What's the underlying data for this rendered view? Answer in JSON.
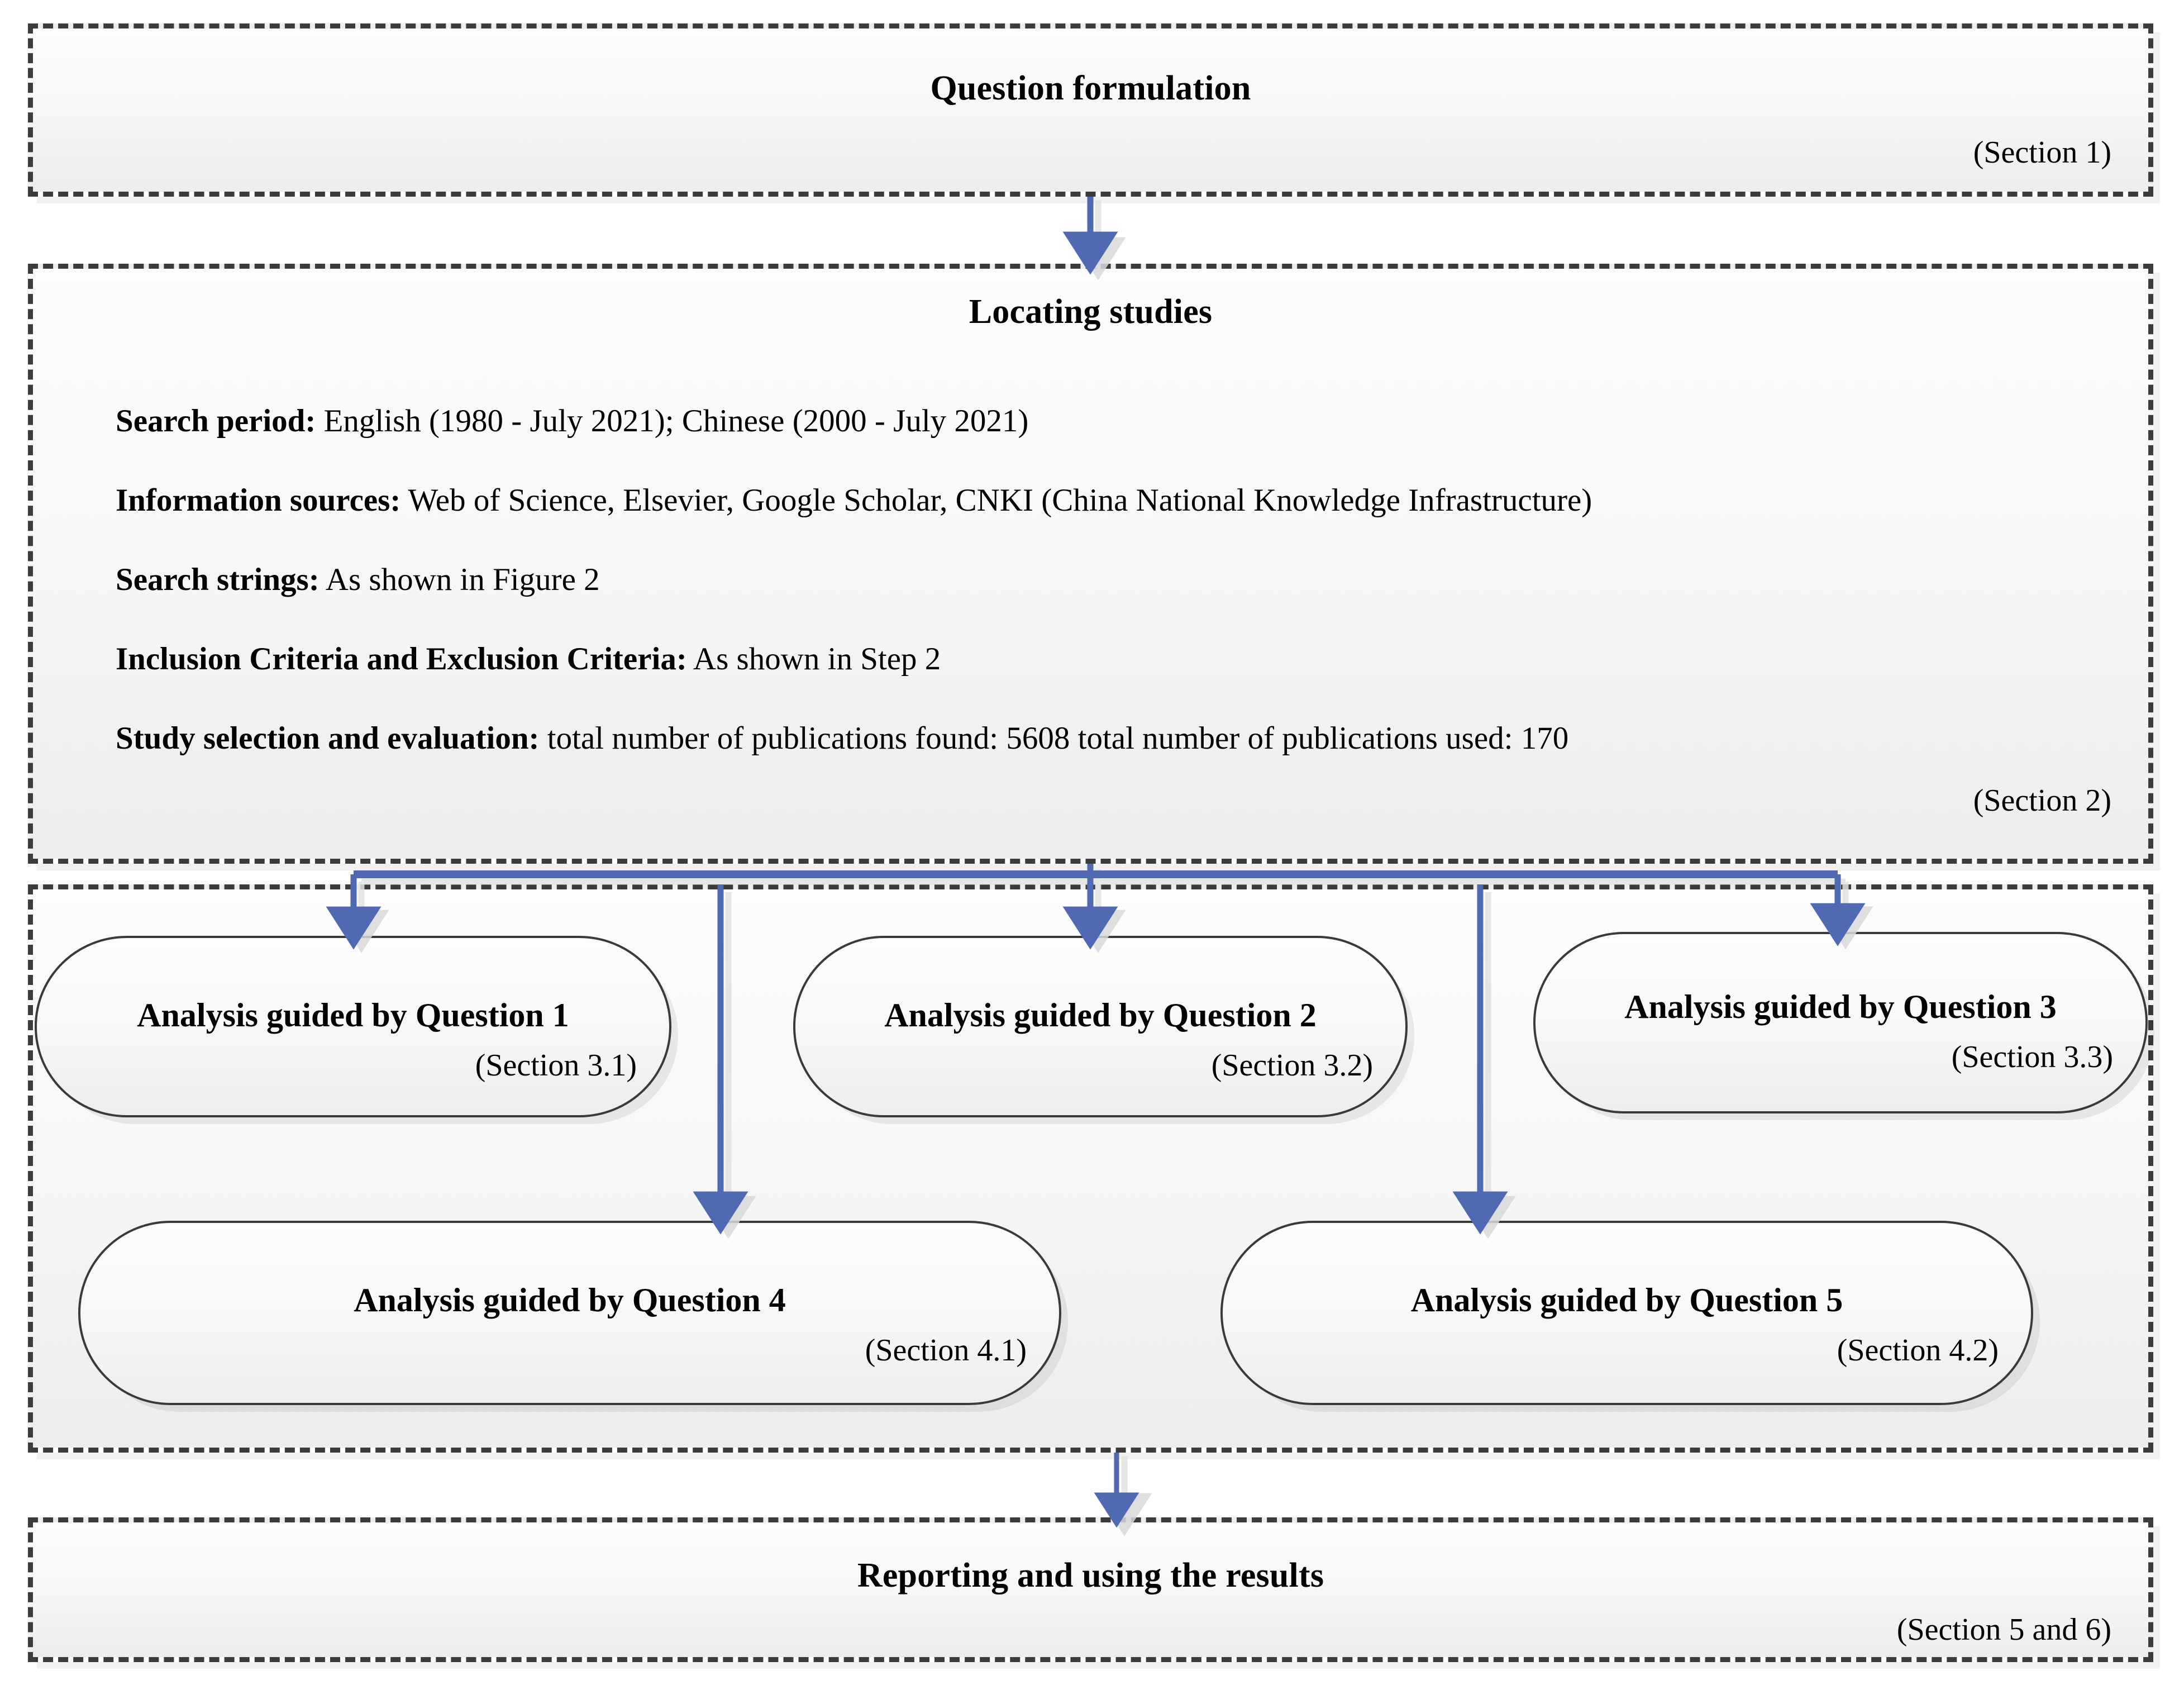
{
  "diagram": {
    "title": "Systematic review methodology flowchart",
    "accent_color": "#4f69b3",
    "border_color": "#3c3c3c"
  },
  "stages": [
    {
      "id": "question-formulation",
      "title": "Question formulation",
      "section": "(Section 1)"
    },
    {
      "id": "locating-studies",
      "title": "Locating studies",
      "section": "(Section 2)",
      "lines": [
        {
          "label": "Search period:",
          "value": " English (1980 - July 2021); Chinese (2000 - July 2021)"
        },
        {
          "label": "Information sources:",
          "value": " Web of Science, Elsevier, Google Scholar, CNKI (China National Knowledge Infrastructure)"
        },
        {
          "label": "Search strings:",
          "value": "  As shown in Figure 2"
        },
        {
          "label": "Inclusion Criteria and Exclusion Criteria:",
          "value": " As shown in Step 2"
        },
        {
          "label": "Study selection and evaluation:",
          "value": " total number of publications found: 5608     total number of publications used: 170"
        }
      ]
    },
    {
      "id": "analysis",
      "title": "",
      "section": "",
      "nodes": [
        {
          "id": "q1",
          "title": "Analysis guided by Question 1",
          "section": "(Section 3.1)"
        },
        {
          "id": "q2",
          "title": "Analysis guided by Question 2",
          "section": "(Section 3.2)"
        },
        {
          "id": "q3",
          "title": "Analysis guided by Question 3",
          "section": "(Section 3.3)"
        },
        {
          "id": "q4",
          "title": "Analysis guided by Question 4",
          "section": "(Section 4.1)"
        },
        {
          "id": "q5",
          "title": "Analysis guided by Question 5",
          "section": "(Section 4.2)"
        }
      ]
    },
    {
      "id": "reporting",
      "title": "Reporting and using the results",
      "section": "(Section 5 and 6)"
    }
  ]
}
